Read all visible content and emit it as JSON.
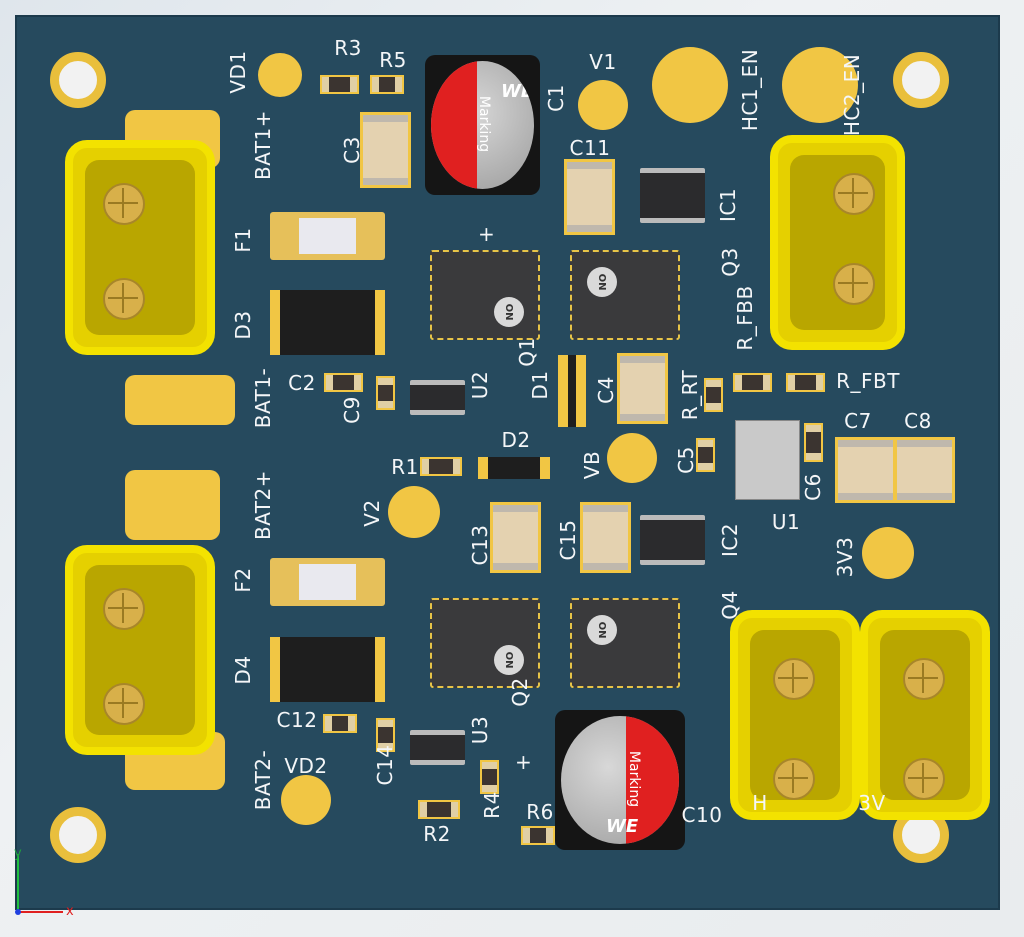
{
  "labels": [
    "VD1",
    "R3",
    "R5",
    "C1",
    "V1",
    "HC1_EN",
    "HC2_EN",
    "BAT1+",
    "C3",
    "C11",
    "IC1",
    "F1",
    "Q3",
    "D3",
    "R_FBB",
    "Q1",
    "C2",
    "U2",
    "D1",
    "C4",
    "R_RT",
    "R_FBT",
    "C9",
    "BAT1-",
    "D2",
    "C5",
    "C7",
    "C8",
    "BAT2+",
    "R1",
    "VB",
    "U1",
    "C6",
    "V2",
    "C13",
    "C15",
    "IC2",
    "3V3",
    "F2",
    "Q4",
    "D4",
    "Q2",
    "C12",
    "U3",
    "BAT2-",
    "VD2",
    "C14",
    "R4",
    "R6",
    "C10",
    "R2",
    "H",
    "3V"
  ],
  "markings": {
    "cap_text": "Marking",
    "cap_logo": "WE",
    "fet_text": "ON",
    "plus": "+"
  },
  "axes": {
    "x": "x",
    "y": "y"
  },
  "colors": {
    "board": "#264a5e",
    "copper": "#f1c644",
    "connector": "#e5d000",
    "silk": "#f4f6f8"
  }
}
